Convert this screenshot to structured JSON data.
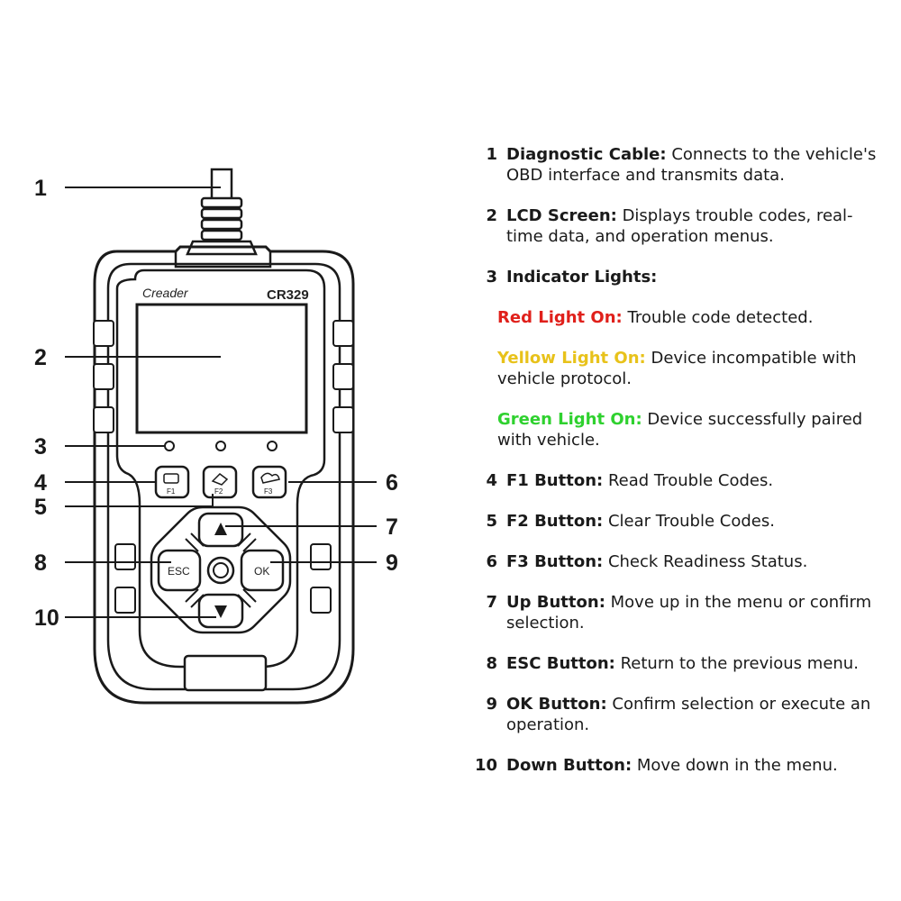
{
  "device": {
    "brand": "Creader",
    "model": "CR329",
    "f1_label": "F1",
    "f2_label": "F2",
    "f3_label": "F3",
    "esc_label": "ESC",
    "ok_label": "OK"
  },
  "callouts": [
    "1",
    "2",
    "3",
    "4",
    "5",
    "6",
    "7",
    "8",
    "9",
    "10"
  ],
  "legend": {
    "items": [
      {
        "num": "1",
        "term": "Diagnostic Cable:",
        "desc": "Connects to the vehicle's OBD interface and transmits data."
      },
      {
        "num": "2",
        "term": "LCD Screen:",
        "desc": "Displays trouble codes, real-time data, and operation menus."
      },
      {
        "num": "3",
        "term": "Indicator Lights:",
        "desc": ""
      },
      {
        "num": "4",
        "term": "F1 Button:",
        "desc": "Read Trouble Codes."
      },
      {
        "num": "5",
        "term": "F2 Button:",
        "desc": "Clear Trouble Codes."
      },
      {
        "num": "6",
        "term": "F3 Button:",
        "desc": "Check Readiness Status."
      },
      {
        "num": "7",
        "term": "Up Button:",
        "desc": "Move up in the menu or confirm selection."
      },
      {
        "num": "8",
        "term": "ESC Button:",
        "desc": "Return to the previous menu."
      },
      {
        "num": "9",
        "term": "OK Button:",
        "desc": "Confirm selection or execute an operation."
      },
      {
        "num": "10",
        "term": "Down Button:",
        "desc": "Move down in the menu."
      }
    ],
    "lights": [
      {
        "label": "Red Light On:",
        "desc": "Trouble code detected.",
        "color": "#e0201b"
      },
      {
        "label": "Yellow Light On:",
        "desc": "Device incompatible with vehicle protocol.",
        "color": "#e8c21a"
      },
      {
        "label": "Green Light On:",
        "desc": "Device successfully paired with vehicle.",
        "color": "#2fd12f"
      }
    ]
  }
}
